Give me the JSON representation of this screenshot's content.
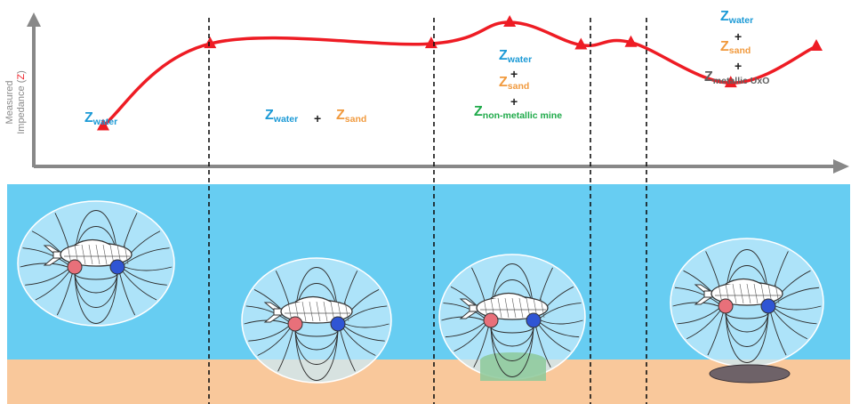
{
  "axis": {
    "ylabel_line1": "Measured",
    "ylabel_line2_prefix": "Impedance (",
    "ylabel_symbol": "Z",
    "ylabel_line2_suffix": ")"
  },
  "labels": {
    "z": "Z",
    "water": "water",
    "sand": "sand",
    "mine": "non-metallic mine",
    "uxo": "metallic UxO",
    "plus": "+"
  },
  "colors": {
    "curve": "#ee1c24",
    "water_text": "#1c9ad6",
    "sand_text": "#f19a3e",
    "mine_text": "#1faa4a",
    "uxo_text": "#606060",
    "water_bg": "#67cdf2",
    "sand_bg": "#f9c89b",
    "field_bubble": "#c9ecfb",
    "pole_red": "#e8707a",
    "pole_blue": "#2f55d4",
    "mine_green": "#8cc99a",
    "uxo_disc": "#6e6268"
  },
  "chart_data": {
    "type": "line",
    "title": "",
    "xlabel": "",
    "ylabel": "Measured Impedance (Z)",
    "series": [
      {
        "points": [
          {
            "x": 0.0,
            "y": 0.18
          },
          {
            "x": 0.15,
            "y": 0.83
          },
          {
            "x": 0.46,
            "y": 0.83
          },
          {
            "x": 0.57,
            "y": 1.0
          },
          {
            "x": 0.67,
            "y": 0.82
          },
          {
            "x": 0.74,
            "y": 0.84
          },
          {
            "x": 0.88,
            "y": 0.52
          },
          {
            "x": 1.0,
            "y": 0.81
          }
        ]
      }
    ],
    "sections": [
      {
        "terms": [
          "water"
        ]
      },
      {
        "terms": [
          "water",
          "sand"
        ]
      },
      {
        "terms": [
          "water",
          "sand",
          "non-metallic mine"
        ]
      },
      {
        "terms": [
          "water",
          "sand",
          "metallic UxO"
        ]
      }
    ]
  }
}
